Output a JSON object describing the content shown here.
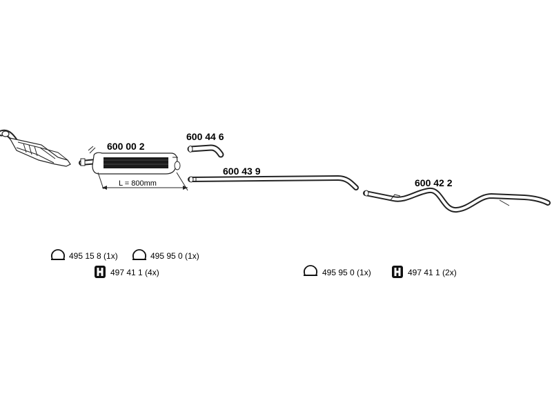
{
  "parts": {
    "muffler": {
      "number": "600 00 2",
      "length_label": "L = 800mm"
    },
    "connector": {
      "number": "600 44 6"
    },
    "middle_pipe": {
      "number": "600 43 9"
    },
    "rear_pipe": {
      "number": "600 42 2"
    }
  },
  "accessories": {
    "front": [
      {
        "label": "495 15 8 (1x)",
        "icon": "clamp-icon"
      },
      {
        "label": "495 95 0 (1x)",
        "icon": "clamp-icon"
      },
      {
        "label": "497 41 1 (4x)",
        "icon": "rubber-mount-icon"
      }
    ],
    "rear": [
      {
        "label": "495 95 0 (1x)",
        "icon": "clamp-icon"
      },
      {
        "label": "497 41 1 (2x)",
        "icon": "rubber-mount-icon"
      }
    ]
  }
}
